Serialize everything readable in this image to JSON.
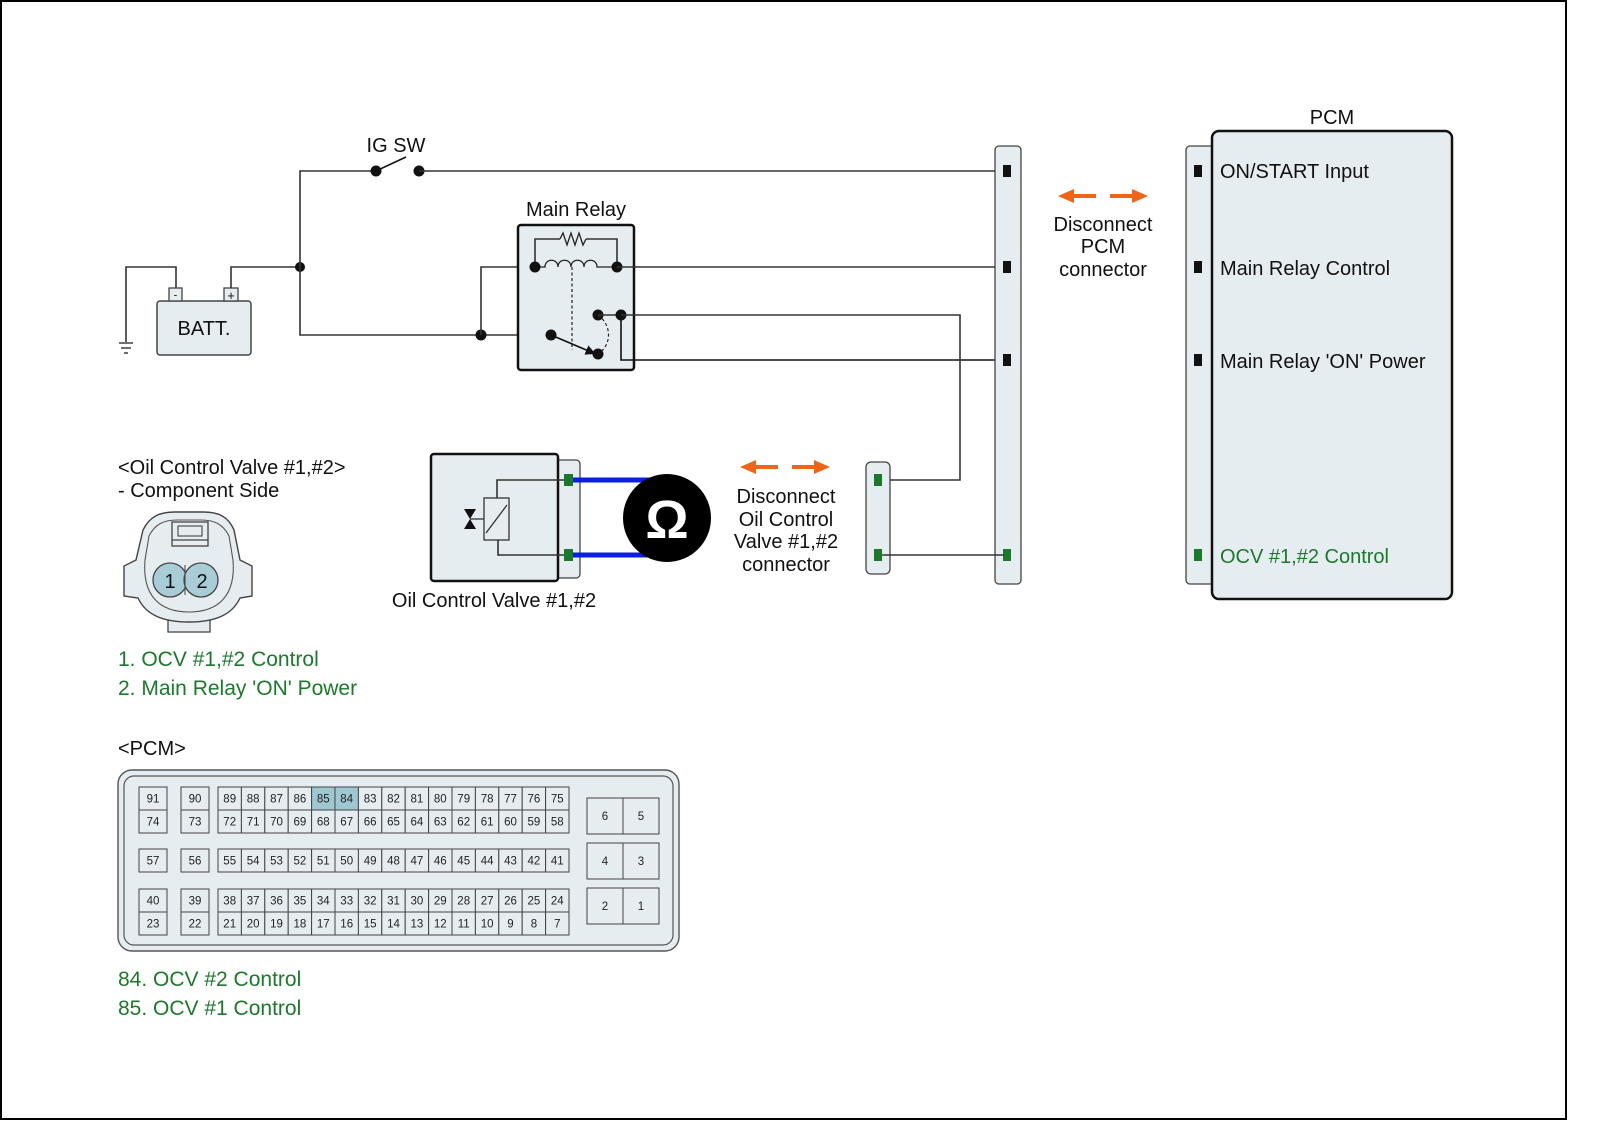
{
  "labels": {
    "ig_sw": "IG SW",
    "main_relay": "Main Relay",
    "battery": "BATT.",
    "battery_neg": "-",
    "battery_pos": "+",
    "pcm_title": "PCM",
    "disconnect_pcm": [
      "Disconnect",
      "PCM",
      "connector"
    ],
    "disconnect_ocv": [
      "Disconnect",
      "Oil Control",
      "Valve #1,#2",
      "connector"
    ],
    "ocv_component": "Oil Control Valve #1,#2",
    "ohmmeter_symbol": "Ω"
  },
  "pcm_pins": [
    {
      "label": "ON/START Input",
      "color": "#111111"
    },
    {
      "label": "Main Relay Control",
      "color": "#111111"
    },
    {
      "label": "Main Relay 'ON' Power",
      "color": "#111111"
    },
    {
      "label": "OCV #1,#2 Control",
      "color": "#1a7a2a"
    }
  ],
  "ocv_connector": {
    "title": "<Oil Control Valve #1,#2>",
    "subtitle": "- Component Side",
    "pins": [
      "1",
      "2"
    ],
    "legend": [
      "1. OCV #1,#2 Control",
      "2. Main Relay 'ON' Power"
    ]
  },
  "pcm_connector": {
    "title": "<PCM>",
    "highlighted_pins": [
      "85",
      "84"
    ],
    "highlight_color": "#9fc7d1",
    "row1_top": [
      "89",
      "88",
      "87",
      "86",
      "85",
      "84",
      "83",
      "82",
      "81",
      "80",
      "79",
      "78",
      "77",
      "76",
      "75"
    ],
    "row1_bot": [
      "72",
      "71",
      "70",
      "69",
      "68",
      "67",
      "66",
      "65",
      "64",
      "63",
      "62",
      "61",
      "60",
      "59",
      "58"
    ],
    "row2": [
      "55",
      "54",
      "53",
      "52",
      "51",
      "50",
      "49",
      "48",
      "47",
      "46",
      "45",
      "44",
      "43",
      "42",
      "41"
    ],
    "row3_top": [
      "38",
      "37",
      "36",
      "35",
      "34",
      "33",
      "32",
      "31",
      "30",
      "29",
      "28",
      "27",
      "26",
      "25",
      "24"
    ],
    "row3_bot": [
      "21",
      "20",
      "19",
      "18",
      "17",
      "16",
      "15",
      "14",
      "13",
      "12",
      "11",
      "10",
      "9",
      "8",
      "7"
    ],
    "single_col1": [
      "91",
      "74",
      "57",
      "40",
      "23"
    ],
    "single_col2": [
      "90",
      "73",
      "56",
      "39",
      "22"
    ],
    "power_pins": [
      [
        "6",
        "5"
      ],
      [
        "4",
        "3"
      ],
      [
        "2",
        "1"
      ]
    ],
    "legend": [
      "84. OCV #2 Control",
      "85. OCV #1 Control"
    ]
  },
  "colors": {
    "wire_probe": "#0a1fe0",
    "arrow": "#f06418",
    "pin_green": "#1a7a2a",
    "legend_green": "#1a7a2a",
    "panel_fill": "#e6edf0"
  }
}
